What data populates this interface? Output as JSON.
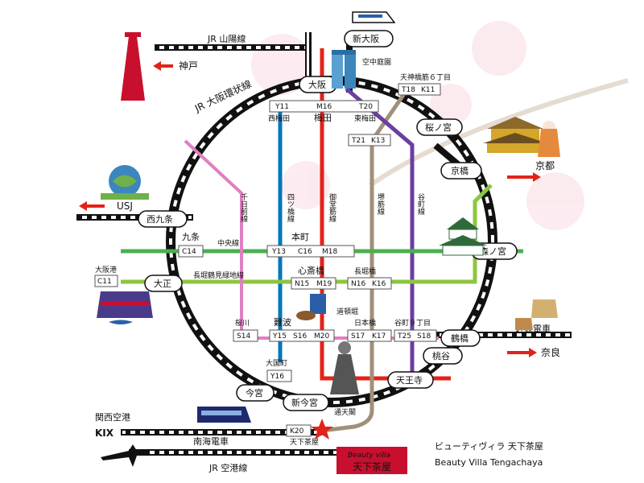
{
  "stations": {
    "shin_osaka": "新大阪",
    "osaka": "大阪",
    "umeda": "梅田",
    "nishi_umeda": "西梅田",
    "higashi_umeda": "東梅田",
    "tenjinbashi": "天神橋筋６丁目",
    "sakuranomiya": "桜ノ宮",
    "kyobashi": "京橋",
    "morinomiya": "森ノ宮",
    "tsuruhashi": "鶴橋",
    "momodani": "桃谷",
    "tennoji": "天王寺",
    "shin_imamiya": "新今宮",
    "imamiya": "今宮",
    "taisho": "大正",
    "nishikujo": "西九条",
    "honmachi": "本町",
    "shinsaibashi": "心斎橋",
    "namba": "難波",
    "kujo": "九条",
    "osakako": "大阪港",
    "sakuragawa": "桜川",
    "daikokucho": "大国町",
    "nippombashi": "日本橋",
    "tanimachi9": "谷町９丁目",
    "nagahoribashi": "長堀橋",
    "dotonbori": "道頓堀",
    "tsutenkaku": "通天閣",
    "tengachaya": "天下茶屋"
  },
  "lines": {
    "jr_sanyo": "JR 山陽線",
    "jr_loop": "JR 大阪環状線",
    "jr_airport": "JR 空港線",
    "chuo": "中央線",
    "nagahori": "長堀鶴見緑地線",
    "yotsubashi": "四ツ橋線",
    "midosuji": "御堂筋線",
    "sakaisuji": "堺筋線",
    "tanimachi": "谷町線",
    "sennichimae": "千日前線",
    "nankai": "南海電車",
    "kintetsu": "近鉄電車"
  },
  "codes": {
    "y11": "Y11",
    "m16": "M16",
    "t20": "T20",
    "t18": "T18",
    "k11": "K11",
    "t21": "T21",
    "k13": "K13",
    "c14": "C14",
    "y13": "Y13",
    "c16": "C16",
    "m18": "M18",
    "c11": "C11",
    "n15": "N15",
    "m19": "M19",
    "n16": "N16",
    "k16": "K16",
    "s14": "S14",
    "y15": "Y15",
    "s16": "S16",
    "m20": "M20",
    "s17": "S17",
    "k17": "K17",
    "t25": "T25",
    "s18": "S18",
    "y16": "Y16",
    "k20": "K20"
  },
  "destinations": {
    "kobe": "神戸",
    "usj": "USJ",
    "kyoto": "京都",
    "nara": "奈良",
    "kix_label": "関西空港",
    "kix": "KIX",
    "sky_building": "空中庭園"
  },
  "hotel": {
    "badge_line1": "Beauty villa",
    "badge_line2": "天下茶屋",
    "name_jp": "ビューティヴィラ 天下茶屋",
    "name_en": "Beauty Villa Tengachaya"
  },
  "colors": {
    "midosuji": "#e2231a",
    "yotsubashi": "#0078ba",
    "sakaisuji": "#a0907a",
    "tanimachi": "#6b3fa0",
    "chuo": "#4caf50",
    "nagahori": "#8cc63f",
    "sennichimae": "#e07fc1",
    "hotel_badge": "#c8102e"
  }
}
